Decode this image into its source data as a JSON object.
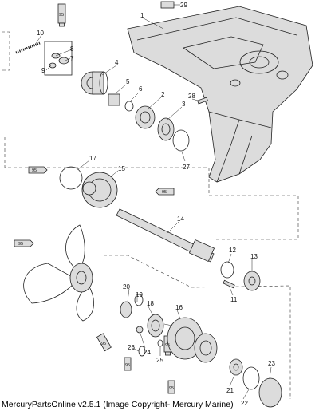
{
  "caption": "MercuryPartsOnline v2.5.1 (Image Copyright- Mercury Marine)",
  "tube_label": "95",
  "callouts": [
    "1",
    "2",
    "3",
    "4",
    "5",
    "6",
    "7",
    "8",
    "9",
    "10",
    "11",
    "12",
    "13",
    "14",
    "15",
    "16",
    "17",
    "18",
    "19",
    "20",
    "21",
    "22",
    "23",
    "24",
    "25",
    "26",
    "27",
    "28",
    "29"
  ]
}
